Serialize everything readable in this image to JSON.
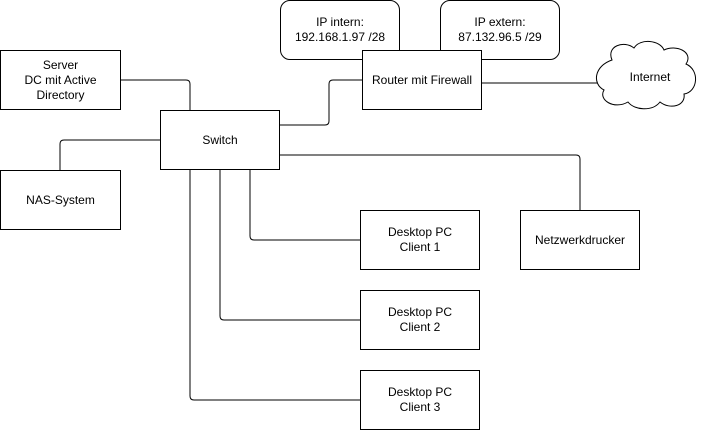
{
  "nodes": {
    "ip_intern": {
      "lines": [
        "IP intern:",
        "192.168.1.97 /28"
      ]
    },
    "ip_extern": {
      "lines": [
        "IP extern:",
        "87.132.96.5 /29"
      ]
    },
    "server": {
      "lines": [
        "Server",
        "DC mit Active",
        "Directory"
      ]
    },
    "router": {
      "lines": [
        "Router mit Firewall"
      ]
    },
    "internet": {
      "lines": [
        "Internet"
      ]
    },
    "switch": {
      "lines": [
        "Switch"
      ]
    },
    "nas": {
      "lines": [
        "NAS-System"
      ]
    },
    "client1": {
      "lines": [
        "Desktop PC",
        "Client 1"
      ]
    },
    "client2": {
      "lines": [
        "Desktop PC",
        "Client 2"
      ]
    },
    "client3": {
      "lines": [
        "Desktop PC",
        "Client 3"
      ]
    },
    "printer": {
      "lines": [
        "Netzwerkdrucker"
      ]
    }
  },
  "colors": {
    "stroke": "#000000",
    "fill": "#ffffff",
    "text": "#000000"
  }
}
